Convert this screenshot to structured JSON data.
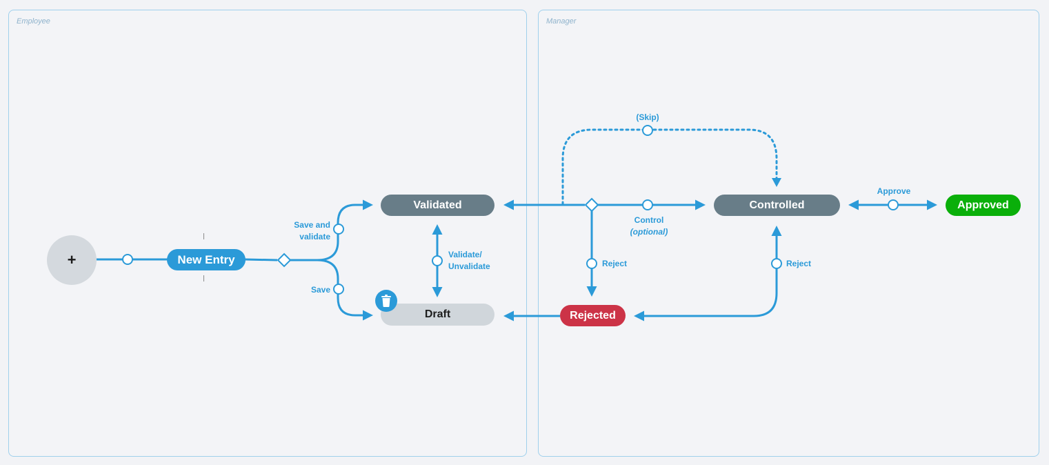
{
  "lanes": {
    "employee": "Employee",
    "manager": "Manager"
  },
  "nodes": {
    "start_symbol": "+",
    "new_entry": "New Entry",
    "validated": "Validated",
    "draft": "Draft",
    "controlled": "Controlled",
    "approved": "Approved",
    "rejected": "Rejected"
  },
  "transitions": {
    "save_and_validate_1": "Save and",
    "save_and_validate_2": "validate",
    "save": "Save",
    "validate_unvalidate_1": "Validate/",
    "validate_unvalidate_2": "Unvalidate",
    "skip": "(Skip)",
    "control": "Control",
    "control_optional": "(optional)",
    "reject_from_validated": "Reject",
    "reject_from_controlled": "Reject",
    "approve": "Approve"
  },
  "icons": {
    "delete": "trash-icon"
  },
  "colors": {
    "flow": "#2b9ad8",
    "state_neutral": "#687d88",
    "draft": "#d0d6db",
    "approved": "#0aaf0a",
    "rejected": "#cc3347",
    "lane_border": "#9fd0ec"
  }
}
